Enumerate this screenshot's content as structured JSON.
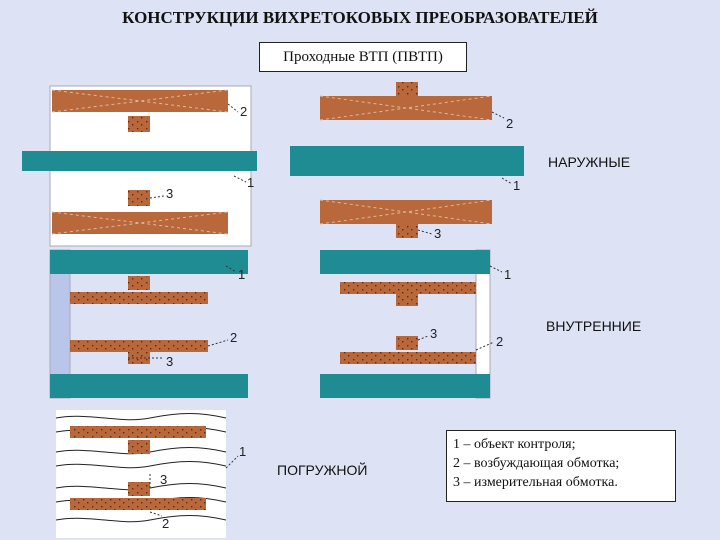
{
  "title": "КОНСТРУКЦИИ ВИХРЕТОКОВЫХ ПРЕОБРАЗОВАТЕЛЕЙ",
  "subtitle": "Проходные ВТП (ПВТП)",
  "labels": {
    "outer": "НАРУЖНЫЕ",
    "inner": "ВНУТРЕННИЕ",
    "submersible": "ПОГРУЖНОЙ"
  },
  "legend": [
    "1 – объект контроля;",
    "2 – возбуждающая обмотка;",
    "3 – измерительная обмотка."
  ],
  "markers": {
    "object": "1",
    "excitation_coil": "2",
    "measuring_coil": "3"
  },
  "colors": {
    "background": "#dde3f5",
    "object": "#1f8c94",
    "coil": "#b8683a",
    "frame": "#ffffff",
    "leader": "#333333"
  }
}
